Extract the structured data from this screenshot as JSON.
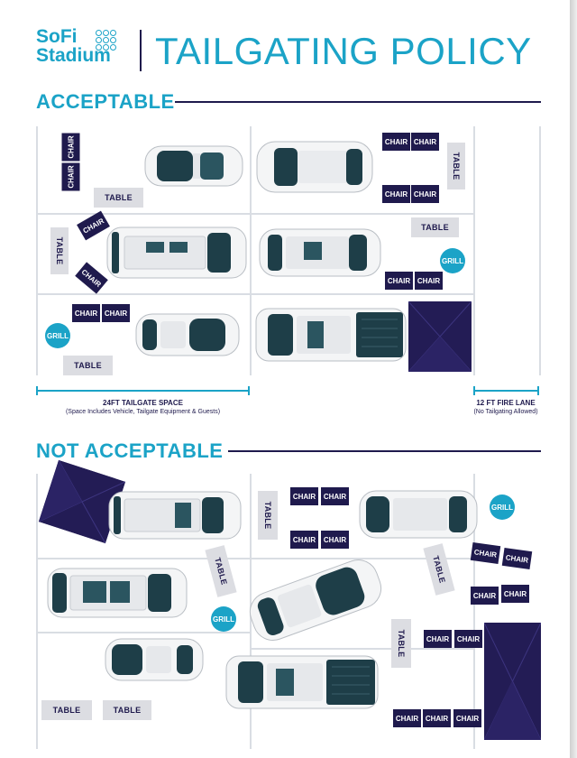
{
  "header": {
    "logo_line1": "SoFi",
    "logo_line2": "Stadium",
    "title": "TAILGATING POLICY"
  },
  "acceptable": {
    "heading": "ACCEPTABLE",
    "tailgate_space_label": "24FT TAILGATE SPACE",
    "tailgate_space_note": "(Space Includes Vehicle, Tailgate Equipment & Guests)",
    "fire_lane_label": "12 FT FIRE LANE",
    "fire_lane_note": "(No Tailgating Allowed)"
  },
  "not_acceptable": {
    "heading": "NOT ACCEPTABLE"
  },
  "labels": {
    "chair": "CHAIR",
    "table": "TABLE",
    "grill": "GRILL"
  },
  "colors": {
    "accent": "#1ba3c7",
    "navy": "#1f1a4d"
  }
}
